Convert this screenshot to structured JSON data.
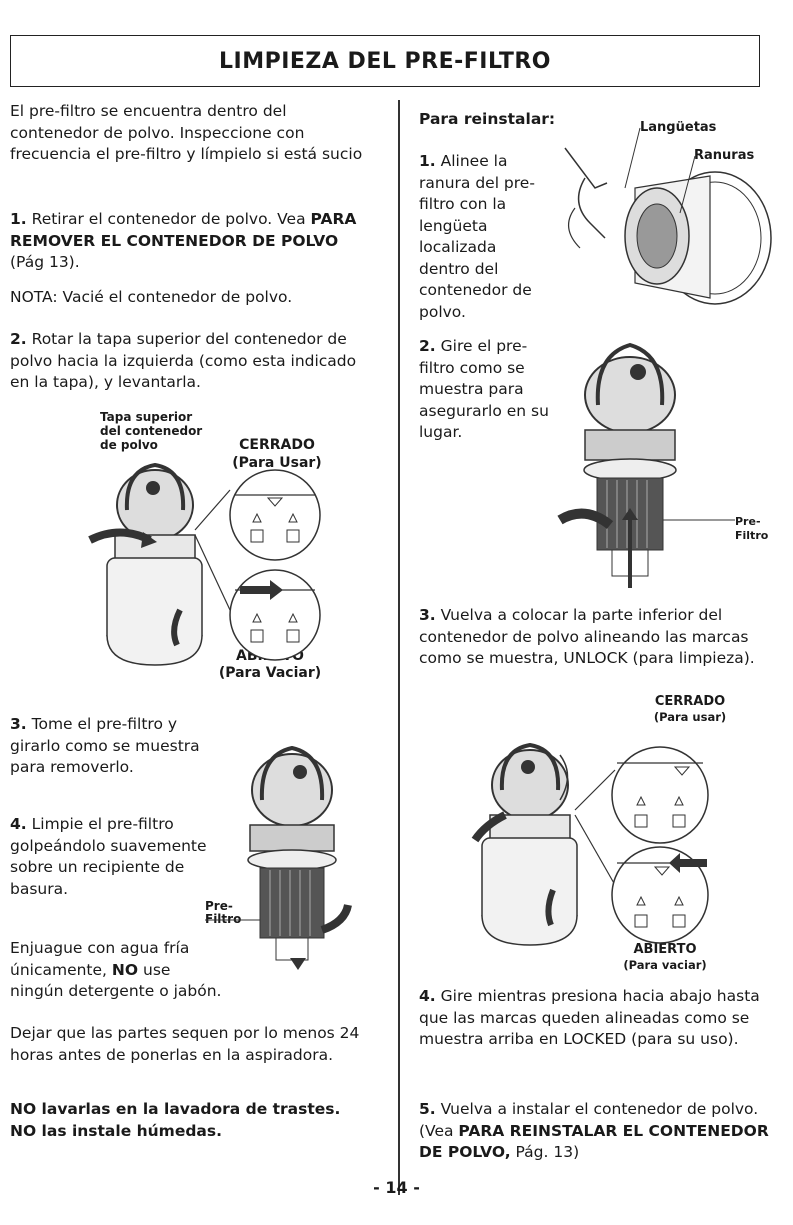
{
  "title": "LIMPIEZA DEL PRE-FILTRO",
  "left": {
    "intro": "El pre-filtro se encuentra dentro del contenedor de polvo. Inspeccione con frecuencia el pre-filtro y límpielo si está sucio",
    "step1_num": "1.",
    "step1_text": "Retirar el contenedor de polvo. Vea",
    "step1_bold": "PARA REMOVER EL CONTENEDOR DE POLVO",
    "step1_ref": "(Pág 13).",
    "note": "NOTA: Vacié el contenedor de polvo.",
    "step2_num": "2.",
    "step2_text": "Rotar la tapa superior del contenedor de polvo hacia la izquierda (como esta indicado en la tapa), y levantarla.",
    "fig1_label_top": "Tapa superior del contenedor de polvo",
    "fig1_closed": "CERRADO",
    "fig1_closed_sub": "(Para Usar)",
    "fig1_open": "ABIERTO",
    "fig1_open_sub": "(Para Vaciar)",
    "step3_num": "3.",
    "step3_text": "Tome el pre-filtro y girarlo como se muestra para removerlo.",
    "step4_num": "4.",
    "step4_text": "Limpie el pre-filtro golpeándolo suavemente sobre un recipiente de basura.",
    "fig2_label": "Pre-Filtro",
    "rinse_a": "Enjuague con agua fría únicamente,",
    "rinse_no": "NO",
    "rinse_b": "use ningún detergente o jabón.",
    "dry": "Dejar que las partes sequen por lo menos 24 horas antes de ponerlas en la aspiradora.",
    "warn1": "NO lavarlas en la lavadora de trastes.",
    "warn2": "NO las instale húmedas."
  },
  "right": {
    "reinstall_head": "Para reinstalar:",
    "r1_num": "1.",
    "r1_text": "Alinee la ranura del pre-filtro con la lengüeta localizada dentro del contenedor de polvo.",
    "fig3_tabs": "Langüetas",
    "fig3_slots": "Ranuras",
    "r2_num": "2.",
    "r2_text": "Gire el pre-filtro como se muestra para asegurarlo en su lugar.",
    "fig4_label": "Pre-Filtro",
    "r3_num": "3.",
    "r3_text": "Vuelva a colocar la parte inferior del contenedor de polvo alineando las marcas como se muestra, UNLOCK (para limpieza).",
    "fig5_closed": "CERRADO",
    "fig5_closed_sub": "(Para usar)",
    "fig5_open": "ABIERTO",
    "fig5_open_sub": "(Para vaciar)",
    "r4_num": "4.",
    "r4_text": "Gire mientras presiona hacia abajo hasta que las marcas queden alineadas como se muestra arriba en LOCKED (para su uso).",
    "r5_num": "5.",
    "r5_text": "Vuelva a instalar el contenedor de polvo. (Vea",
    "r5_bold": "PARA REINSTALAR EL CONTENEDOR DE POLVO,",
    "r5_ref": "Pág. 13)"
  },
  "page_number": "- 14 -"
}
